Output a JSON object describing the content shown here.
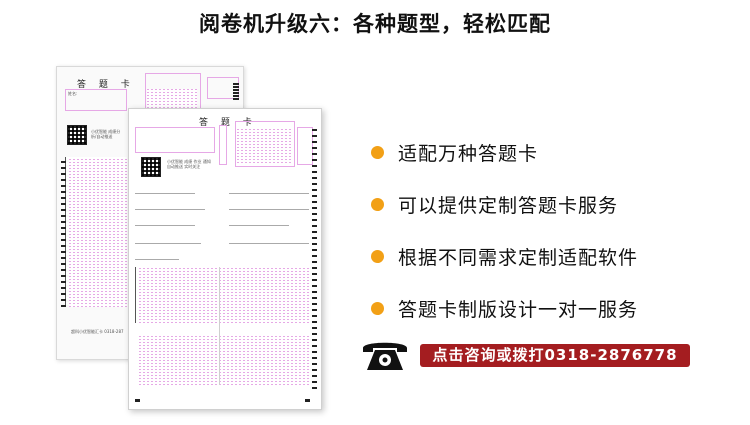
{
  "title": "阅卷机升级六：各种题型，轻松匹配",
  "features": [
    "适配万种答题卡",
    "可以提供定制答题卡服务",
    "根据不同需求定制适配软件",
    "答题卡制版设计一对一服务"
  ],
  "contact": {
    "label": "点击咨询或拨打0318-2876778"
  },
  "icons": {
    "bullet": "bullet-dot-icon",
    "phone": "telephone-icon"
  },
  "colors": {
    "bullet": "#f2a016",
    "contact_bg": "#a41d20",
    "sheet_ink": "#e6a8e6"
  },
  "sheet_back": {
    "title": "答 题 卡",
    "name_label": "姓名:",
    "qr_caption": "小优智能 成绩分析/自动推送",
    "footer": "超科小优智能汇卡 0318-287"
  },
  "sheet_front": {
    "title": "答 题 卡",
    "qr_caption": "小优智能 成绩 作业 通知 自动推送 实时关注"
  }
}
